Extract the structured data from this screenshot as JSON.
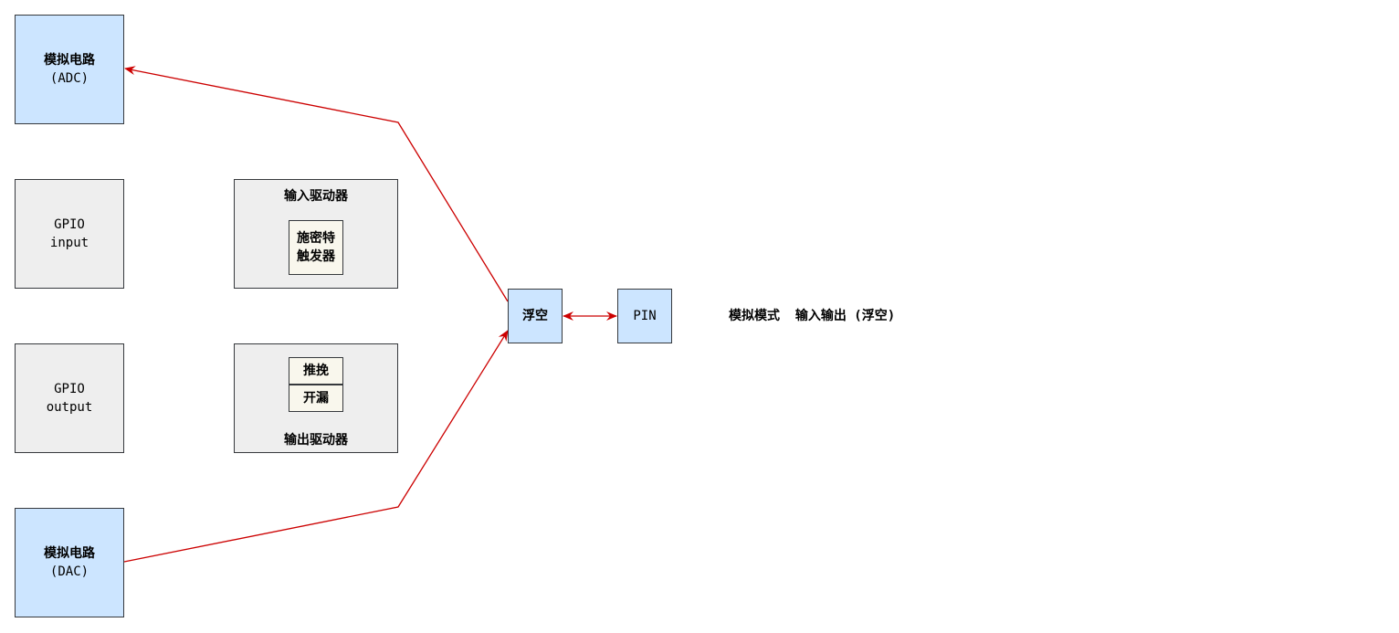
{
  "nodes": {
    "adc": {
      "line1": "模拟电路",
      "line2": "(ADC)"
    },
    "gpio_input": {
      "line1": "GPIO",
      "line2": "input"
    },
    "input_driver": {
      "title": "输入驱动器",
      "schmitt_line1": "施密特",
      "schmitt_line2": "触发器"
    },
    "gpio_output": {
      "line1": "GPIO",
      "line2": "output"
    },
    "output_driver": {
      "title": "输出驱动器",
      "push_pull": "推挽",
      "open_drain": "开漏"
    },
    "dac": {
      "line1": "模拟电路",
      "line2": "(DAC)"
    },
    "floating": {
      "label": "浮空"
    },
    "pin": {
      "label": "PIN"
    }
  },
  "caption": "模拟模式  输入输出 (浮空)",
  "colors": {
    "wire": "#cc0000",
    "blue_fill": "#cce5ff",
    "gray_fill": "#eeeeee",
    "cream_fill": "#f9f7ed",
    "border": "#36393d"
  }
}
